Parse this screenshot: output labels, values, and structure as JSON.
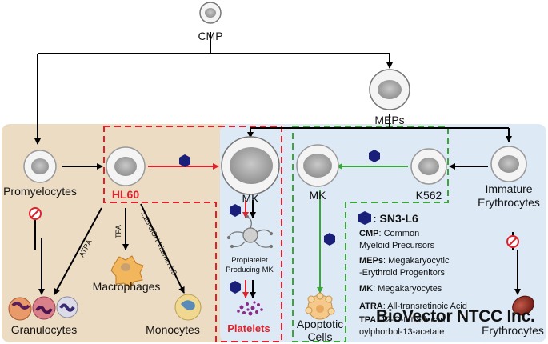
{
  "nodes": {
    "cmp": "CMP",
    "meps": "MEPs",
    "promyelocytes": "Promyelocytes",
    "hl60": "HL60",
    "mk_left": "MK",
    "mk_right": "MK",
    "k562": "K562",
    "immature_1": "Immature",
    "immature_2": "Erythrocytes",
    "granulocytes": "Granulocytes",
    "macrophages": "Macrophages",
    "monocytes": "Monocytes",
    "proplatelet_1": "Proplatelet",
    "proplatelet_2": "Producing MK",
    "platelets": "Platelets",
    "apoptotic_1": "Apoptotic",
    "apoptotic_2": "Cells",
    "erythrocytes": "Erythrocytes"
  },
  "edges": {
    "atra": "ATRA",
    "tpa": "TPA",
    "vitd3": "1,25-diOH-Vitamin D3"
  },
  "legend": {
    "compound": ": SN3-L6",
    "items": [
      {
        "key": "CMP",
        "desc": ": Common"
      },
      {
        "key": "",
        "desc": "Myeloid Precursors"
      },
      {
        "key": "MEPs",
        "desc": ": Megakaryocytic"
      },
      {
        "key": "",
        "desc": "-Erythroid Progenitors"
      },
      {
        "key": "MK",
        "desc": ": Megakaryocytes"
      },
      {
        "key": "ATRA",
        "desc": ": All-transretinoic Acid"
      },
      {
        "key": "TPA",
        "desc": ": 12-O-tetradecan"
      },
      {
        "key": "",
        "desc": "oylphorbol-13-acetate"
      }
    ]
  },
  "watermark": "BioVector NTCC Inc.",
  "colors": {
    "myeloid_bg": "#ecdcc3",
    "megakaryocyte_bg": "#ddeaf6",
    "red": "#e0202a",
    "green": "#3aa63a",
    "hexagon": "#1a1f7a"
  }
}
